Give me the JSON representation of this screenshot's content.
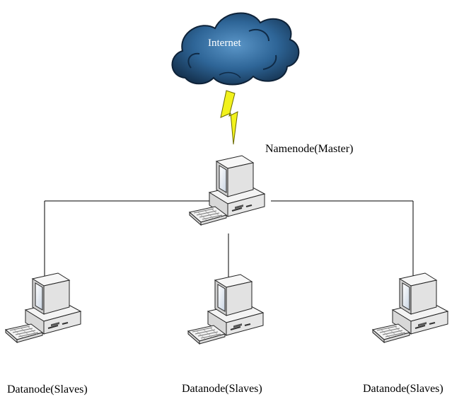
{
  "internet": {
    "label": "Internet"
  },
  "master": {
    "label": "Namenode(Master)"
  },
  "slaves": [
    {
      "label": "Datanode(Slaves)"
    },
    {
      "label": "Datanode(Slaves)"
    },
    {
      "label": "Datanode(Slaves)"
    }
  ],
  "colors": {
    "cloud_dark": "#1c3f63",
    "cloud_light": "#3d7bb0",
    "bolt": "#f2f21c",
    "connector": "#000000"
  }
}
